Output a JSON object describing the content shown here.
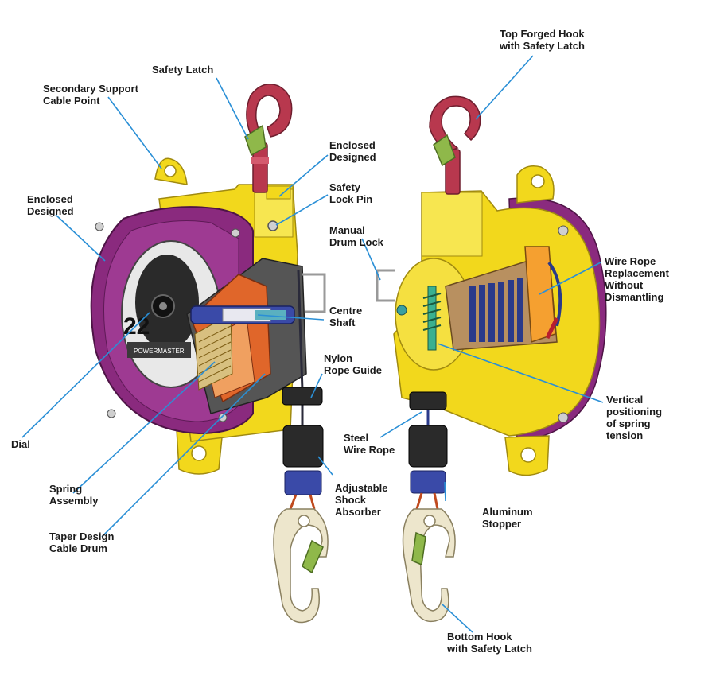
{
  "colors": {
    "body_yellow": "#f2d81c",
    "cover_purple": "#8a2a7e",
    "hook_red": "#b8384e",
    "latch_green": "#8fb84a",
    "leader_line": "#2a8fd6",
    "drum_orange": "#e0662a",
    "spring_blue": "#2a3a8a",
    "rope_dark": "#2a2a3a"
  },
  "dial": {
    "number": "22",
    "brand": "POWERMASTER"
  },
  "labels": {
    "top_forged_hook": [
      "Top Forged Hook",
      "with Safety Latch"
    ],
    "safety_latch": [
      "Safety Latch"
    ],
    "secondary_support": [
      "Secondary Support",
      "Cable Point"
    ],
    "enclosed_designed_left": [
      "Enclosed",
      "Designed"
    ],
    "enclosed_designed_top": [
      "Enclosed",
      "Designed"
    ],
    "safety_lock_pin": [
      "Safety",
      "Lock Pin"
    ],
    "manual_drum_lock": [
      "Manual",
      "Drum Lock"
    ],
    "wire_rope_replacement": [
      "Wire Rope",
      "Replacement",
      "Without",
      "Dismantling"
    ],
    "centre_shaft": [
      "Centre",
      "Shaft"
    ],
    "nylon_rope_guide": [
      "Nylon",
      "Rope Guide"
    ],
    "vertical_positioning": [
      "Vertical",
      "positioning",
      "of spring",
      "tension"
    ],
    "dial": [
      "Dial"
    ],
    "steel_wire_rope": [
      "Steel",
      "Wire Rope"
    ],
    "spring_assembly": [
      "Spring",
      "Assembly"
    ],
    "adjustable_shock_absorber": [
      "Adjustable",
      "Shock",
      "Absorber"
    ],
    "aluminum_stopper": [
      "Aluminum",
      "Stopper"
    ],
    "taper_design": [
      "Taper Design",
      "Cable Drum"
    ],
    "bottom_hook": [
      "Bottom Hook",
      "with Safety Latch"
    ]
  }
}
